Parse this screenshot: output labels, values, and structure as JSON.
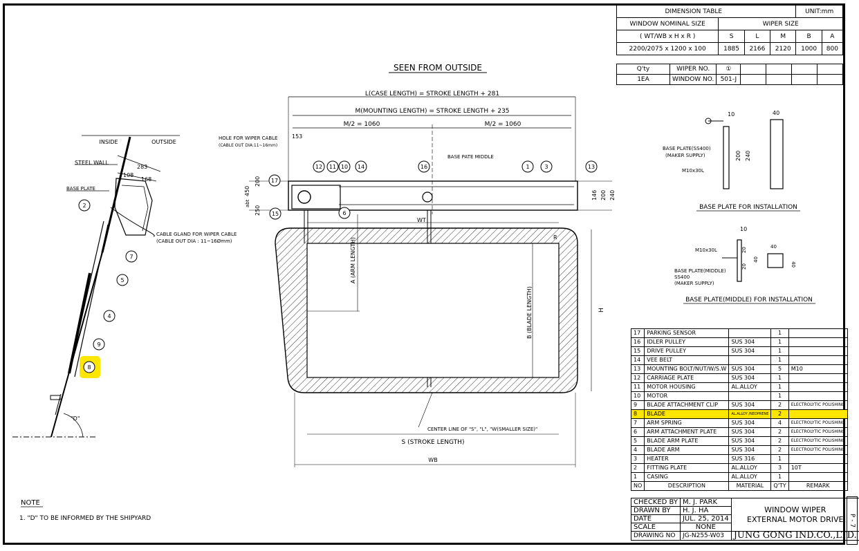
{
  "dimension_table": {
    "title": "DIMENSION TABLE",
    "unit": "UNIT:mm",
    "nominal_label": "WINDOW NOMINAL SIZE",
    "wiper_size_label": "WIPER SIZE",
    "formula": "( WT/WB x H x R )",
    "cols": [
      "S",
      "L",
      "M",
      "B",
      "A"
    ],
    "row_size": "2200/2075 x 1200 x 100",
    "values": [
      "1885",
      "2166",
      "2120",
      "1000",
      "800"
    ]
  },
  "qty_table": {
    "qty_label": "Q'ty",
    "wiper_no_label": "WIPER NO.",
    "wiper_no_value": "①",
    "qty_value": "1EA",
    "window_no_label": "WINDOW NO.",
    "window_no_value": "501-J"
  },
  "labels": {
    "seen_from_outside": "SEEN FROM OUTSIDE",
    "case_length": "L(CASE LENGTH) = STROKE LENGTH + 281",
    "mounting_length": "M(MOUNTING LENGTH) = STROKE LENGTH + 235",
    "m_half_left": "M/2 = 1060",
    "m_half_right": "M/2 = 1060",
    "hole_wiper_cable": "HOLE FOR WIPER CABLE",
    "cable_out_dia_small": "(CABLE OUT DIA:11~16mm)",
    "base_pate_middle": "BASE PATE MIDDLE",
    "inside": "INSIDE",
    "outside": "OUTSIDE",
    "steel_wall": "STEEL WALL",
    "base_plate": "BASE PLATE",
    "cable_gland": "CABLE GLAND FOR WIPER CABLE",
    "cable_gland_dia": "(CABLE OUT DIA : 11~16Ømm)",
    "wt": "WT",
    "arm_length": "A (ARM LENGTH)",
    "blade_length": "B (BLADE LENGTH)",
    "h": "H",
    "center_line": "CENTER LINE OF \"S\", \"L\", \"W(SMALLER SIZE)\"",
    "stroke_length": "S (STROKE LENGTH)",
    "wb": "WB",
    "r": "R",
    "d": "\"D\"",
    "dim_153": "153",
    "dim_283": "283",
    "dim_108": "108",
    "dim_168": "168",
    "dim_200": "200",
    "dim_450": "450",
    "dim_250": "250",
    "dim_146": "146",
    "dim_200b": "200",
    "dim_240": "240",
    "abt": "abt",
    "base_plate_ss400": "BASE PLATE(SS400)",
    "maker_supply": "(MAKER SUPPLY)",
    "m10x30l": "M10x30L",
    "dim_10": "10",
    "dim_40": "40",
    "dim_200c": "200",
    "dim_240c": "240",
    "base_plate_install": "BASE PLATE FOR INSTALLATION",
    "base_plate_middle": "BASE PLATE(MIDDLE)",
    "ss400": "SS400",
    "maker_supply2": "(MAKER SUPPLY)",
    "m10x30l_2": "M10x30L",
    "dim_10b": "10",
    "dim_20": "20",
    "dim_40b": "40",
    "dim_20b": "20",
    "dim_40c": "40",
    "dim_40d": "40",
    "base_plate_middle_install": "BASE PLATE(MIDDLE) FOR INSTALLATION",
    "note_title": "NOTE",
    "note_1": "1. \"D\" TO BE INFORMED BY THE SHIPYARD"
  },
  "balloons": {
    "b1": "1",
    "b2": "2",
    "b3": "3",
    "b4": "4",
    "b5": "5",
    "b6": "6",
    "b7": "7",
    "b8": "8",
    "b9": "9",
    "b10": "10",
    "b11": "11",
    "b12": "12",
    "b13": "13",
    "b14": "14",
    "b15": "15",
    "b16": "16",
    "b17": "17"
  },
  "parts": [
    {
      "no": "17",
      "desc": "PARKING SENSOR",
      "mat": "",
      "qty": "1",
      "rem": ""
    },
    {
      "no": "16",
      "desc": "IDLER PULLEY",
      "mat": "SUS 304",
      "qty": "1",
      "rem": ""
    },
    {
      "no": "15",
      "desc": "DRIVE PULLEY",
      "mat": "SUS 304",
      "qty": "1",
      "rem": ""
    },
    {
      "no": "14",
      "desc": "VEE BELT",
      "mat": "",
      "qty": "1",
      "rem": ""
    },
    {
      "no": "13",
      "desc": "MOUNTING BOLT/NUT/W/S.W",
      "mat": "SUS 304",
      "qty": "5",
      "rem": "M10"
    },
    {
      "no": "12",
      "desc": "CARRIAGE PLATE",
      "mat": "SUS 304",
      "qty": "1",
      "rem": ""
    },
    {
      "no": "11",
      "desc": "MOTOR HOUSING",
      "mat": "AL.ALLOY",
      "qty": "1",
      "rem": ""
    },
    {
      "no": "10",
      "desc": "MOTOR",
      "mat": "",
      "qty": "1",
      "rem": ""
    },
    {
      "no": "9",
      "desc": "BLADE ATTACHMENT CLIP",
      "mat": "SUS 304",
      "qty": "2",
      "rem": "ELECTROLYTIC POLISHING"
    },
    {
      "no": "8",
      "desc": "BLADE",
      "mat": "AL.ALLOY /NEOPRENE",
      "qty": "2",
      "rem": ""
    },
    {
      "no": "7",
      "desc": "ARM SPRING",
      "mat": "SUS 304",
      "qty": "4",
      "rem": "ELECTROLYTIC POLISHING"
    },
    {
      "no": "6",
      "desc": "ARM ATTACHMENT PLATE",
      "mat": "SUS 304",
      "qty": "2",
      "rem": "ELECTROLYTIC POLISHING"
    },
    {
      "no": "5",
      "desc": "BLADE ARM PLATE",
      "mat": "SUS 304",
      "qty": "2",
      "rem": "ELECTROLYTIC POLISHING"
    },
    {
      "no": "4",
      "desc": "BLADE ARM",
      "mat": "SUS 304",
      "qty": "2",
      "rem": "ELECTROLYTIC POLISHING"
    },
    {
      "no": "3",
      "desc": "HEATER",
      "mat": "SUS 316",
      "qty": "1",
      "rem": ""
    },
    {
      "no": "2",
      "desc": "FITTING PLATE",
      "mat": "AL.ALLOY",
      "qty": "3",
      "rem": "10T"
    },
    {
      "no": "1",
      "desc": "CASING",
      "mat": "AL.ALLOY",
      "qty": "1",
      "rem": ""
    }
  ],
  "parts_header": {
    "no": "NO",
    "desc": "DESCRIPTION",
    "mat": "MATERIAL",
    "qty": "Q'TY",
    "rem": "REMARK"
  },
  "title_block": {
    "checked_label": "CHECKED BY",
    "checked_value": "M. J. PARK",
    "drawn_label": "DRAWN BY",
    "drawn_value": "H. J. HA",
    "date_label": "DATE",
    "date_value": "JUL. 25, 2014",
    "scale_label": "SCALE",
    "scale_value": "NONE",
    "drawing_no_label": "DRAWING NO",
    "drawing_no_value": "JG-N255-W03",
    "title_1": "WINDOW WIPER",
    "title_2": "EXTERNAL MOTOR DRIVE",
    "company": "JUNG GONG IND.CO.,LTD.",
    "sheet": "P - 7"
  },
  "highlight_color": "#ffe600"
}
